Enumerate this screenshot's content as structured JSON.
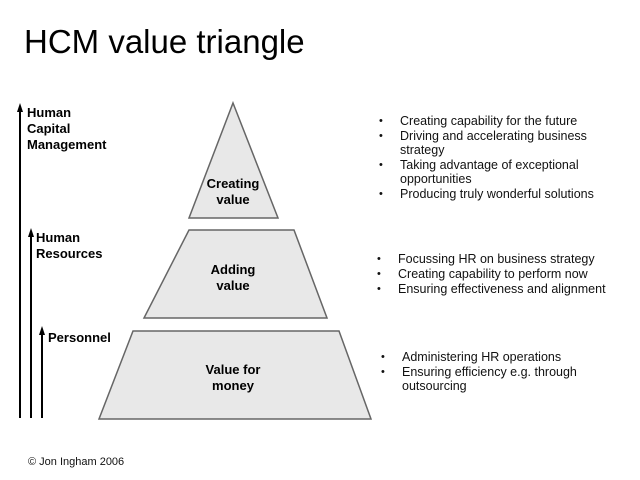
{
  "title": "HCM value triangle",
  "axis": {
    "levels": [
      {
        "label_lines": [
          "Human",
          "Capital",
          "Management"
        ]
      },
      {
        "label_lines": [
          "Human",
          "Resources"
        ]
      },
      {
        "label_lines": [
          "Personnel"
        ]
      }
    ]
  },
  "pyramid": {
    "fill_color": "#e8e8e8",
    "stroke_color": "#666666",
    "tiers": [
      {
        "label_lines": [
          "Creating",
          "value"
        ]
      },
      {
        "label_lines": [
          "Adding",
          "value"
        ]
      },
      {
        "label_lines": [
          "Value for",
          "money"
        ]
      }
    ]
  },
  "bullets": {
    "top": [
      "Creating capability for the future",
      "Driving and accelerating business strategy",
      "Taking advantage of exceptional opportunities",
      "Producing truly wonderful solutions"
    ],
    "middle": [
      "Focussing HR on business strategy",
      "Creating capability to perform now",
      "Ensuring effectiveness and alignment"
    ],
    "bottom": [
      "Administering HR operations",
      "Ensuring efficiency e.g. through outsourcing"
    ]
  },
  "footer": {
    "copyright": "© Jon Ingham 2006"
  }
}
